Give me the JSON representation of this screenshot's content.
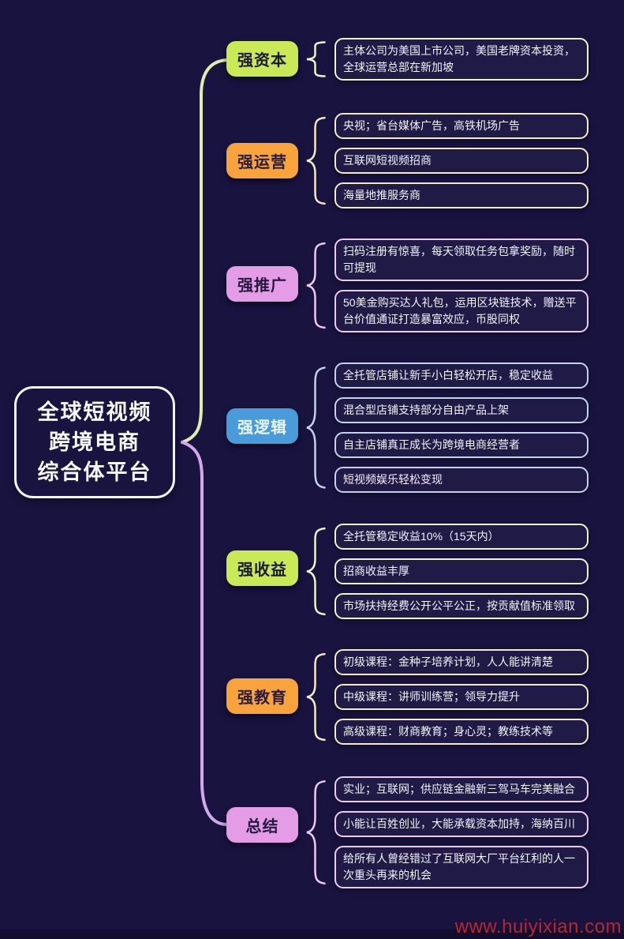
{
  "page": {
    "background": "#191340",
    "watermark": {
      "text": "www.huiyixian.com",
      "color": "#b5282d"
    }
  },
  "center": {
    "lines": [
      "全球短视频",
      "跨境电商",
      "综合体平台"
    ],
    "border": "#f2f0f8"
  },
  "connectors": {
    "up": "#e2ebae",
    "down": "#d3a8eb"
  },
  "branches": [
    {
      "label": "强资本",
      "color": "#c9e957",
      "label_text": "#1e1838",
      "pale": "#edf2cf",
      "items": [
        "主体公司为美国上市公司，美国老牌资本投资，全球运营总部在新加坡"
      ]
    },
    {
      "label": "强运营",
      "color": "#f8a33c",
      "label_text": "#2a1c3c",
      "pale": "#f4e9c8",
      "items": [
        "央视；省台媒体广告，高铁机场广告",
        "互联网短视频招商",
        "海量地推服务商"
      ]
    },
    {
      "label": "强推广",
      "color": "#e49ce6",
      "label_text": "#241a3e",
      "pale": "#eecbf0",
      "items": [
        "扫码注册有惊喜，每天领取任务包拿奖励，随时可提现",
        "50美金购买达人礼包，运用区块链技术，赠送平台价值通证打造暴富效应，币股同权"
      ]
    },
    {
      "label": "强逻辑",
      "color": "#4a9bd9",
      "label_text": "#eaf5ff",
      "pale": "#c5d2ec",
      "items": [
        "全托管店铺让新手小白轻松开店，稳定收益",
        "混合型店铺支持部分自由产品上架",
        "自主店铺真正成长为跨境电商经营者",
        "短视频娱乐轻松变现"
      ]
    },
    {
      "label": "强收益",
      "color": "#c9e957",
      "label_text": "#1e1838",
      "pale": "#edf2cf",
      "items": [
        "全托管稳定收益10%（15天内）",
        "招商收益丰厚",
        "市场扶持经费公开公平公正，按贡献值标准领取"
      ]
    },
    {
      "label": "强教育",
      "color": "#f8a33c",
      "label_text": "#2a1c3c",
      "pale": "#f4e9c8",
      "items": [
        "初级课程：金种子培养计划，人人能讲清楚",
        "中级课程：讲师训练营；领导力提升",
        "高级课程：财商教育；身心灵；教练技术等"
      ]
    },
    {
      "label": "总结",
      "color": "#e49ce6",
      "label_text": "#241a3e",
      "pale": "#eecbf0",
      "items": [
        "实业；互联网；供应链金融新三驾马车完美融合",
        "小能让百姓创业，大能承载资本加持，海纳百川",
        "给所有人曾经错过了互联网大厂平台红利的人一次重头再来的机会"
      ]
    }
  ]
}
